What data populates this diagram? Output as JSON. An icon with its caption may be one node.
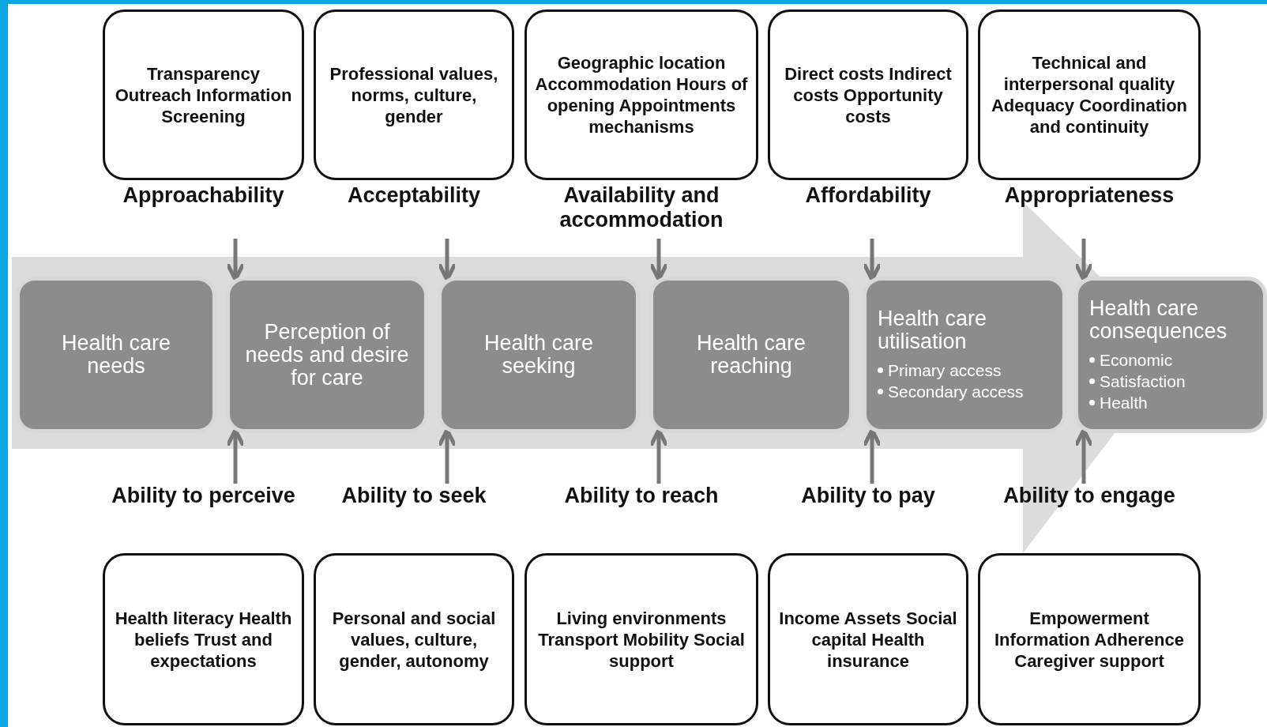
{
  "diagram": {
    "nodes": [
      {
        "text": [
          "Transparency Outreach Information Screening",
          "Approachability"
        ]
      },
      {
        "text": [
          "Professional values, norms, culture, gender",
          "Acceptability"
        ]
      },
      {
        "text": [
          "Geographic location Accommodation Hours of opening Appointments mechanisms",
          "Availability and accommodation"
        ]
      },
      {
        "text": [
          "Direct costs Indirect costs Opportunity costs",
          "Affordability"
        ]
      },
      {
        "text": [
          "Technical and interpersonal quality Adequacy Coordination and continuity",
          "Appropriateness"
        ]
      },
      {
        "text": [
          "Health care needs"
        ]
      },
      {
        "text": [
          "Perception of needs and desire for care"
        ]
      },
      {
        "text": [
          "Health care seeking"
        ]
      },
      {
        "text": [
          "Health care reaching"
        ]
      },
      {
        "text": [
          "Health care utilisation",
          "Primary access",
          "Secondary access"
        ]
      },
      {
        "text": [
          "Health care consequences",
          "Economic",
          "Satisfaction",
          "Health"
        ]
      },
      {
        "text": [
          "Ability to perceive",
          "Health literacy Health beliefs Trust and expectations"
        ]
      },
      {
        "text": [
          "Ability to seek",
          "Personal and social values, culture, gender, autonomy"
        ]
      },
      {
        "text": [
          "Ability to reach",
          "Living environments Transport Mobility Social support"
        ]
      },
      {
        "text": [
          "Ability to pay",
          "Income Assets Social capital Health insurance"
        ]
      },
      {
        "text": [
          "Ability to engage",
          "Empowerment Information Adherence Caregiver support"
        ]
      }
    ],
    "edges": [
      {
        "from": 0,
        "to": 6,
        "arrow": "to"
      },
      {
        "from": 1,
        "to": 7,
        "arrow": "to"
      },
      {
        "from": 2,
        "to": 8,
        "arrow": "to"
      },
      {
        "from": 3,
        "to": 9,
        "arrow": "to"
      },
      {
        "from": 4,
        "to": 10,
        "arrow": "to"
      },
      {
        "from": 11,
        "to": 6,
        "arrow": "to"
      },
      {
        "from": 12,
        "to": 7,
        "arrow": "to"
      },
      {
        "from": 13,
        "to": 8,
        "arrow": "to"
      },
      {
        "from": 14,
        "to": 9,
        "arrow": "to"
      },
      {
        "from": 15,
        "to": 10,
        "arrow": "to"
      }
    ]
  }
}
